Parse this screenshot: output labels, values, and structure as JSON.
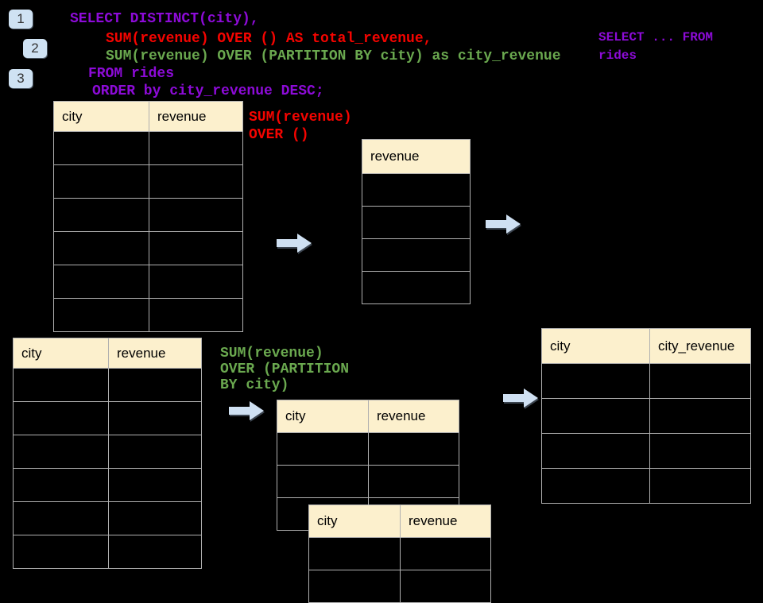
{
  "colors": {
    "purple": "#8d0bd8",
    "red": "#f50400",
    "green": "#6aa84f",
    "header_bg": "#fcf0cd",
    "line": "#b0b0b0",
    "arrow": "#cfe0f2",
    "badge_bg": "#cfe2f3"
  },
  "badges": [
    "1",
    "2",
    "3"
  ],
  "sql": {
    "lines": [
      {
        "text": "SELECT DISTINCT(city),"
      },
      {
        "text": "SUM(revenue) OVER () AS total_revenue,"
      },
      {
        "text": "SUM(revenue) OVER (PARTITION BY city) as city_revenue"
      },
      {
        "text": "FROM rides"
      },
      {
        "text": "ORDER by city_revenue DESC;"
      }
    ]
  },
  "side_note": {
    "line1": "SELECT ... FROM",
    "line2": "rides"
  },
  "annotations": {
    "total_label": {
      "line1": "SUM(revenue)",
      "line2": "OVER ()"
    },
    "partition_label": {
      "line1": "SUM(revenue)",
      "line2": "OVER (PARTITION",
      "line3": "BY city)"
    }
  },
  "tables": {
    "source_top": {
      "columns": [
        "city",
        "revenue"
      ],
      "rows": 6
    },
    "total_revenue": {
      "columns": [
        "revenue"
      ],
      "rows": 4
    },
    "source_bottom": {
      "columns": [
        "city",
        "revenue"
      ],
      "rows": 6
    },
    "partition_mid": {
      "columns": [
        "city",
        "revenue"
      ],
      "rows": 3
    },
    "partition_overlay": {
      "columns": [
        "city",
        "revenue"
      ],
      "rows": 2
    },
    "result": {
      "columns": [
        "city",
        "city_revenue"
      ],
      "rows": 4
    }
  }
}
